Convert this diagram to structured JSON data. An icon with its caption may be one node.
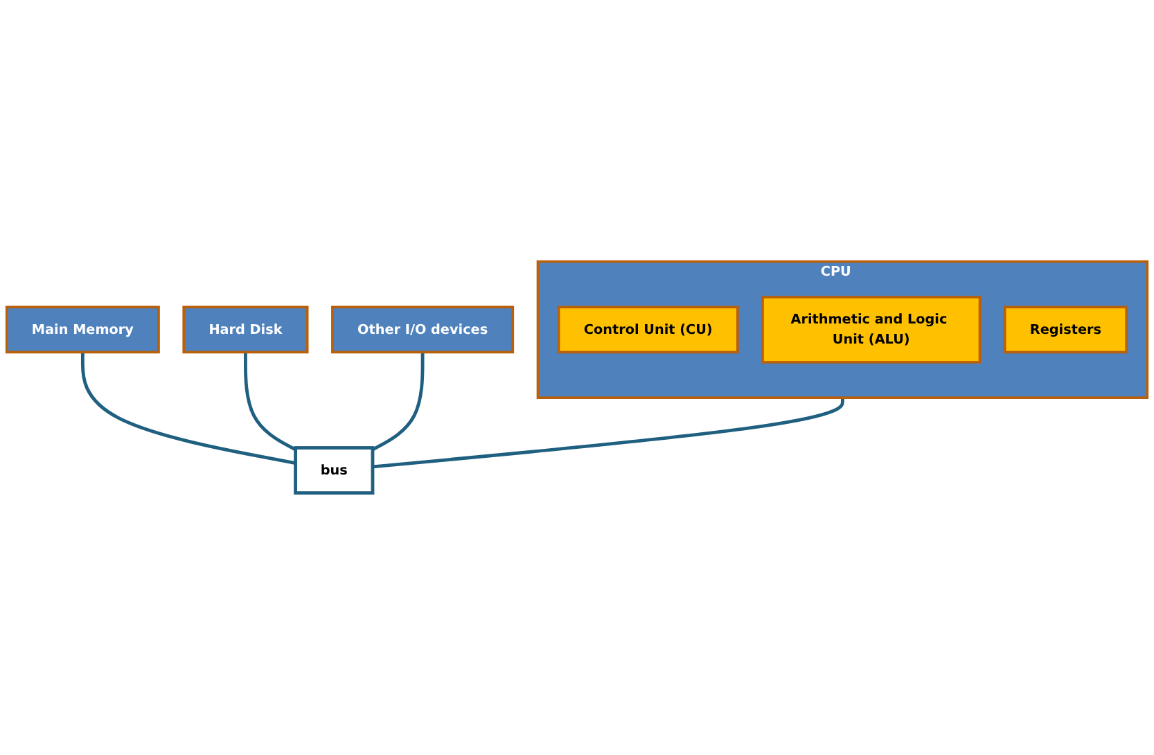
{
  "diagram": {
    "nodes": [
      {
        "text": [
          "CPU"
        ]
      },
      {
        "text": [
          "Control Unit (CU)"
        ],
        "in": 0
      },
      {
        "text": [
          "Arithmetic and Logic Unit (ALU)"
        ],
        "in": 0
      },
      {
        "text": [
          "Registers"
        ],
        "in": 0
      },
      {
        "text": [
          "Main Memory"
        ]
      },
      {
        "text": [
          "Hard Disk"
        ]
      },
      {
        "text": [
          "Other I/O devices"
        ]
      },
      {
        "text": [
          "bus"
        ]
      }
    ],
    "edges": [
      {
        "from": 0,
        "to": 7,
        "arrow": "none"
      },
      {
        "from": 4,
        "to": 7,
        "arrow": "none"
      },
      {
        "from": 5,
        "to": 7,
        "arrow": "none"
      },
      {
        "from": 6,
        "to": 7,
        "arrow": "none"
      }
    ]
  }
}
